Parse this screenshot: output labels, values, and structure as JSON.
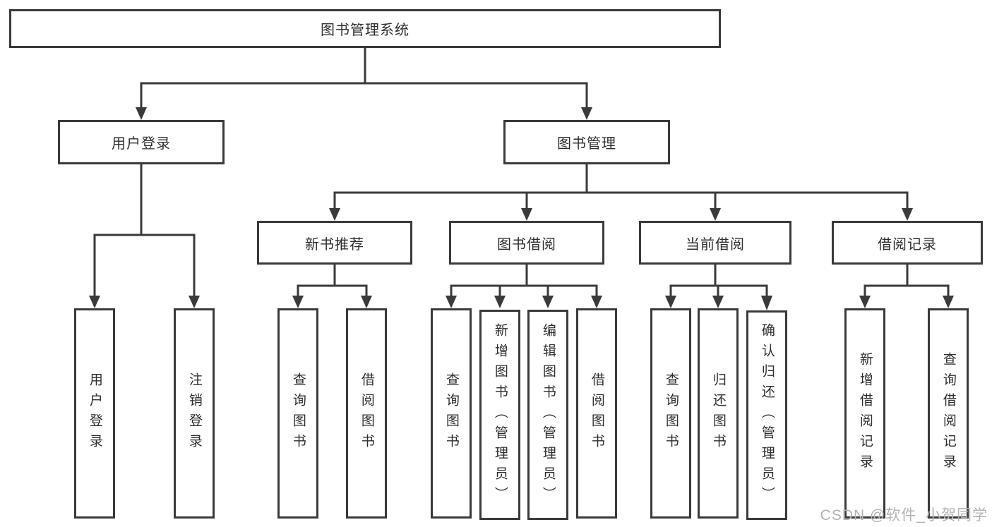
{
  "diagram": {
    "title": "图书管理系统",
    "root": "图书管理系统",
    "level2": {
      "user": "用户登录",
      "book": "图书管理"
    },
    "level3": {
      "recommend": "新书推荐",
      "borrow": "图书借阅",
      "current": "当前借阅",
      "records": "借阅记录"
    },
    "leaves": {
      "user": [
        "用户登录",
        "注销登录"
      ],
      "recommend": [
        "查询图书",
        "借阅图书"
      ],
      "borrow": [
        "查询图书",
        "新增图书（管理员）",
        "编辑图书（管理员）",
        "借阅图书"
      ],
      "current": [
        "查询图书",
        "归还图书",
        "确认归还（管理员）"
      ],
      "records": [
        "新增借阅记录",
        "查询借阅记录"
      ]
    }
  },
  "watermark": "CSDN @软件_小贺同学",
  "colors": {
    "line": "#3a3a3a",
    "text": "#2e2e2e",
    "watermark": "#b3b3b3"
  }
}
